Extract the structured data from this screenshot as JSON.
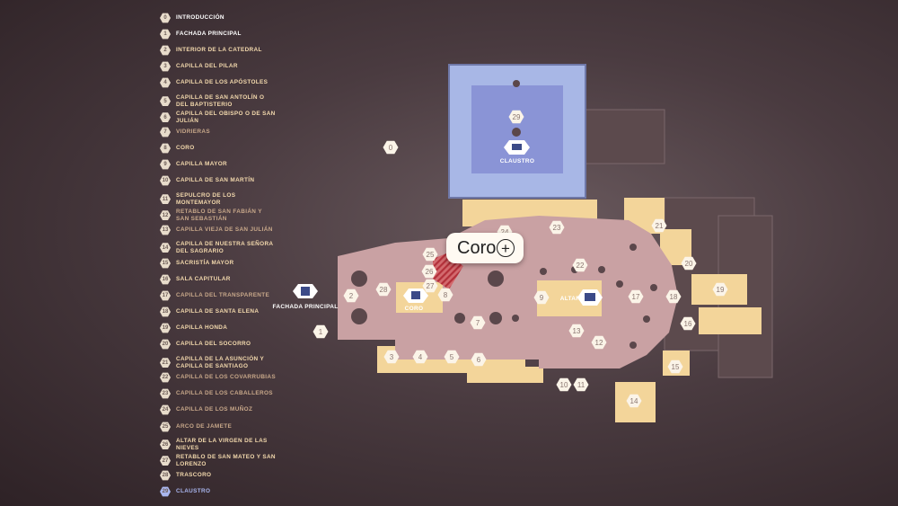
{
  "legend": [
    {
      "number": "0",
      "label": "INTRODUCCIÓN",
      "style": "white"
    },
    {
      "number": "1",
      "label": "FACHADA PRINCIPAL",
      "style": "white"
    },
    {
      "number": "2",
      "label": "INTERIOR DE LA CATEDRAL",
      "style": "normal"
    },
    {
      "number": "3",
      "label": "CAPILLA DEL PILAR",
      "style": "normal"
    },
    {
      "number": "4",
      "label": "CAPILLA DE LOS APÓSTOLES",
      "style": "normal"
    },
    {
      "number": "5",
      "label": "CAPILLA DE SAN ANTOLÍN O DEL BAPTISTERIO",
      "style": "normal"
    },
    {
      "number": "6",
      "label": "CAPILLA DEL OBISPO O DE SAN JULIÁN",
      "style": "normal"
    },
    {
      "number": "7",
      "label": "VIDRIERAS",
      "style": "dim"
    },
    {
      "number": "8",
      "label": "CORO",
      "style": "normal"
    },
    {
      "number": "9",
      "label": "CAPILLA MAYOR",
      "style": "normal"
    },
    {
      "number": "10",
      "label": "CAPILLA DE SAN MARTÍN",
      "style": "normal"
    },
    {
      "number": "11",
      "label": "SEPULCRO DE LOS MONTEMAYOR",
      "style": "normal"
    },
    {
      "number": "12",
      "label": "RETABLO DE SAN FABIÁN Y SAN SEBASTIÁN",
      "style": "dim"
    },
    {
      "number": "13",
      "label": "CAPILLA VIEJA DE SAN JULIÁN",
      "style": "dim"
    },
    {
      "number": "14",
      "label": "CAPILLA DE NUESTRA SEÑORA DEL SAGRARIO",
      "style": "normal"
    },
    {
      "number": "15",
      "label": "SACRISTÍA MAYOR",
      "style": "normal"
    },
    {
      "number": "16",
      "label": "SALA CAPITULAR",
      "style": "normal"
    },
    {
      "number": "17",
      "label": "CAPILLA DEL TRANSPARENTE",
      "style": "dim"
    },
    {
      "number": "18",
      "label": "CAPILLA DE SANTA ELENA",
      "style": "normal"
    },
    {
      "number": "19",
      "label": "CAPILLA HONDA",
      "style": "normal"
    },
    {
      "number": "20",
      "label": "CAPILLA DEL SOCORRO",
      "style": "normal"
    },
    {
      "number": "21",
      "label": "CAPILLA DE LA ASUNCIÓN Y CAPILLA DE SANTIAGO",
      "style": "normal"
    },
    {
      "number": "22",
      "label": "CAPILLA DE LOS COVARRUBIAS",
      "style": "dim"
    },
    {
      "number": "23",
      "label": "CAPILLA DE LOS CABALLEROS",
      "style": "dim"
    },
    {
      "number": "24",
      "label": "CAPILLA DE LOS MUÑOZ",
      "style": "dim"
    },
    {
      "number": "25",
      "label": "ARCO DE JAMETE",
      "style": "dim"
    },
    {
      "number": "26",
      "label": "ALTAR DE LA VIRGEN DE LAS NIEVES",
      "style": "normal"
    },
    {
      "number": "27",
      "label": "RETABLO DE SAN MATEO Y SAN LORENZO",
      "style": "normal"
    },
    {
      "number": "28",
      "label": "TRASCORO",
      "style": "normal"
    },
    {
      "number": "29",
      "label": "CLAUSTRO",
      "style": "blue"
    }
  ],
  "map": {
    "labels": {
      "claustro": "CLAUSTRO",
      "coro": "CORO",
      "altar": "ALTAR",
      "fachada": "FACHADA PRINCIPAL"
    },
    "markers": [
      "0",
      "1",
      "2",
      "3",
      "4",
      "5",
      "6",
      "7",
      "8",
      "9",
      "10",
      "11",
      "12",
      "13",
      "14",
      "15",
      "16",
      "17",
      "18",
      "19",
      "20",
      "21",
      "22",
      "23",
      "24",
      "25",
      "26",
      "27",
      "28",
      "29"
    ]
  },
  "popup": {
    "title": "Coro",
    "plus": "+"
  },
  "colors": {
    "background": "#4a3b40",
    "nave": "#c9a1a3",
    "chapel": "#f3d59a",
    "cloister": "#8d9ad8",
    "legend_text": "#f3d9ad",
    "legend_blue": "#a9b6ef",
    "coro_highlight": "#b3303a"
  },
  "icons": [
    "hexagon-marker-icon",
    "cloister-icon",
    "coro-icon",
    "altar-icon",
    "facade-icon",
    "plus-icon"
  ]
}
